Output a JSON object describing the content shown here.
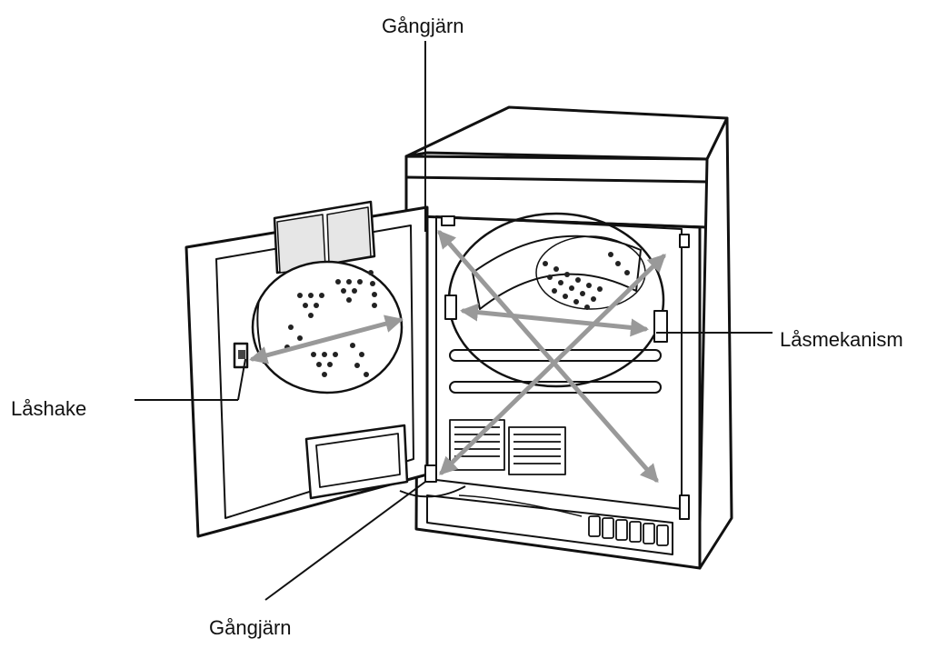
{
  "labels": {
    "hinge_top": "Gångjärn",
    "latch_mechanism": "Låsmekanism",
    "catch": "Låshake",
    "hinge_bottom": "Gångjärn"
  },
  "colors": {
    "line": "#111111",
    "arrow": "#999999",
    "background": "#ffffff"
  },
  "icons": {
    "arrow_style": "double-headed-arrow"
  }
}
